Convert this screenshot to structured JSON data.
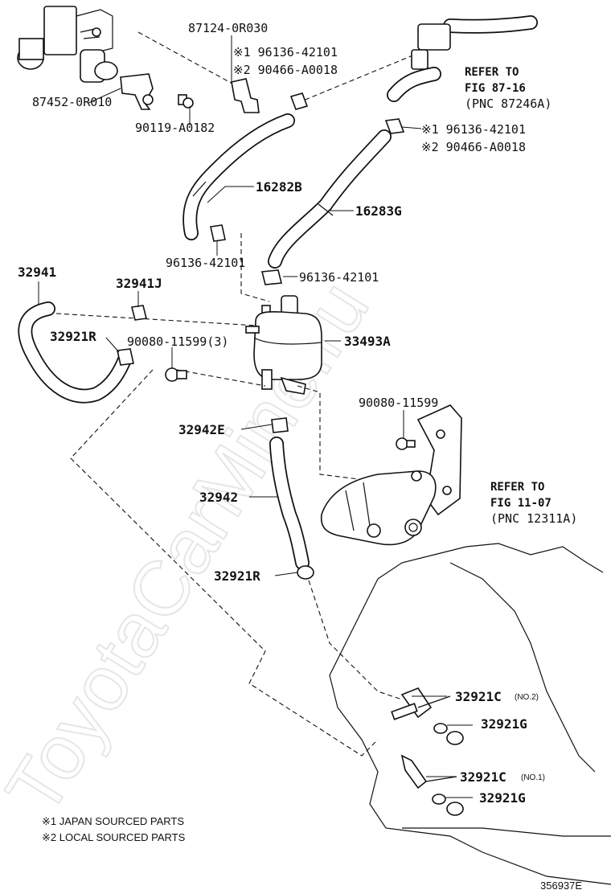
{
  "watermark": "ToyotaCarMine.ru",
  "labels": {
    "p87124": "87124-0R030",
    "p196136_top": "※1 96136-42101",
    "p290466_top": "※2 90466-A0018",
    "p87452": "87452-0R010",
    "p90119": "90119-A0182",
    "p196136_right": "※1 96136-42101",
    "p290466_right": "※2 90466-A0018",
    "p16282B": "16282B",
    "p16283G": "16283G",
    "p96136_a": "96136-42101",
    "p96136_b": "96136-42101",
    "p32941": "32941",
    "p32941J": "32941J",
    "p32921R_top": "32921R",
    "p90080_3": "90080-11599(3)",
    "p33493A": "33493A",
    "p90080": "90080-11599",
    "p32942E": "32942E",
    "p32942": "32942",
    "p32921R_bot": "32921R",
    "p32921C2": "32921C",
    "p32921C2_sfx": "(NO.2)",
    "p32921G_a": "32921G",
    "p32921C1": "32921C",
    "p32921C1_sfx": "(NO.1)",
    "p32921G_b": "32921G"
  },
  "refs": {
    "ref1_line1": "REFER TO",
    "ref1_line2": "FIG 87-16",
    "ref1_line3": "(PNC 87246A)",
    "ref2_line1": "REFER TO",
    "ref2_line2": "FIG 11-07",
    "ref2_line3": "(PNC 12311A)"
  },
  "notes": {
    "note1": "※1 JAPAN SOURCED PARTS",
    "note2": "※2 LOCAL SOURCED PARTS"
  },
  "diagram_id": "356937E"
}
